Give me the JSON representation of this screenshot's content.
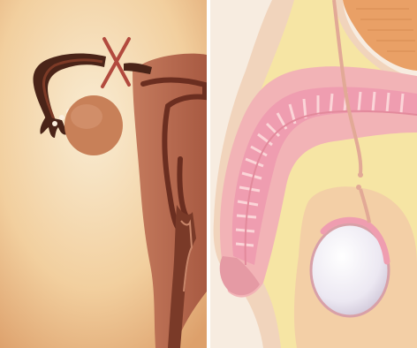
{
  "figure": {
    "panels": [
      {
        "id": "left",
        "subject": "female-reproductive-anatomy-tubal-ligation"
      },
      {
        "id": "right",
        "subject": "male-reproductive-anatomy-vasectomy"
      }
    ]
  },
  "colors": {
    "left_background_light": "#f7e6c8",
    "left_background_warm": "#e9b782",
    "tissue_dark": "#4a2418",
    "uterus_muscle": "#b9694d",
    "uterus_dark": "#7a3a28",
    "ovary": "#c88058",
    "cut_mark": "#b24a3e",
    "right_background": "#f6e8d8",
    "skin": "#f1d4bc",
    "fat_yellow": "#f6e5a4",
    "erectile_pink": "#ef9db0",
    "testis_white": "#f3f0f6",
    "vas_deferens": "#e2a996",
    "bladder_orange": "#e9a066"
  },
  "icons": [
    "cut-x-mark-icon",
    "vas-cut-icon"
  ]
}
